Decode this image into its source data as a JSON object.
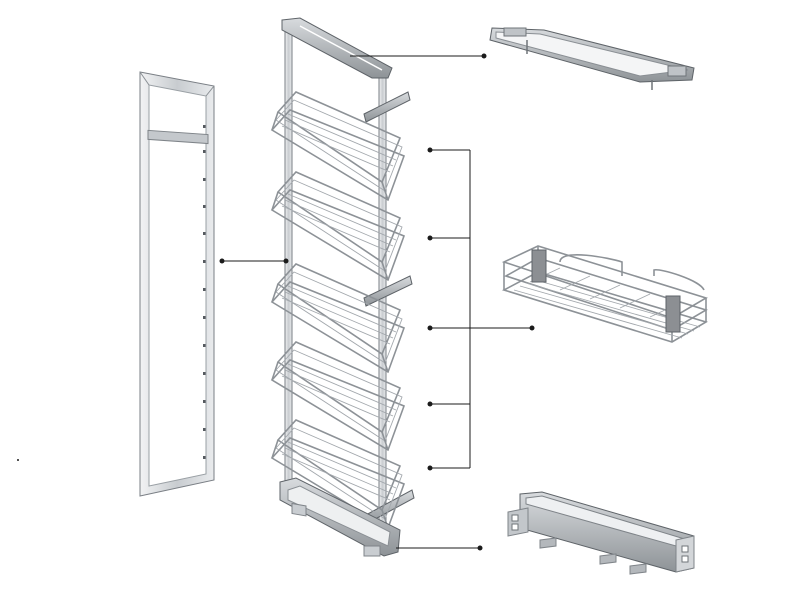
{
  "colors": {
    "background": "#ffffff",
    "metal_light": "#e6e8ea",
    "metal_mid": "#b9bdc1",
    "metal_dark": "#7a7f85",
    "leader_line": "#1b1b1b",
    "accent_grey": "#8c8f93"
  },
  "parts": [
    {
      "id": "side-frame",
      "kind": "tall side frame"
    },
    {
      "id": "pantry-unit",
      "kind": "pull-out tower with 5 wire baskets"
    },
    {
      "id": "top-rail",
      "kind": "top guide rail"
    },
    {
      "id": "wire-basket",
      "kind": "wire basket"
    },
    {
      "id": "bottom-slide",
      "kind": "bottom runner slide"
    }
  ],
  "basket_count": 5
}
